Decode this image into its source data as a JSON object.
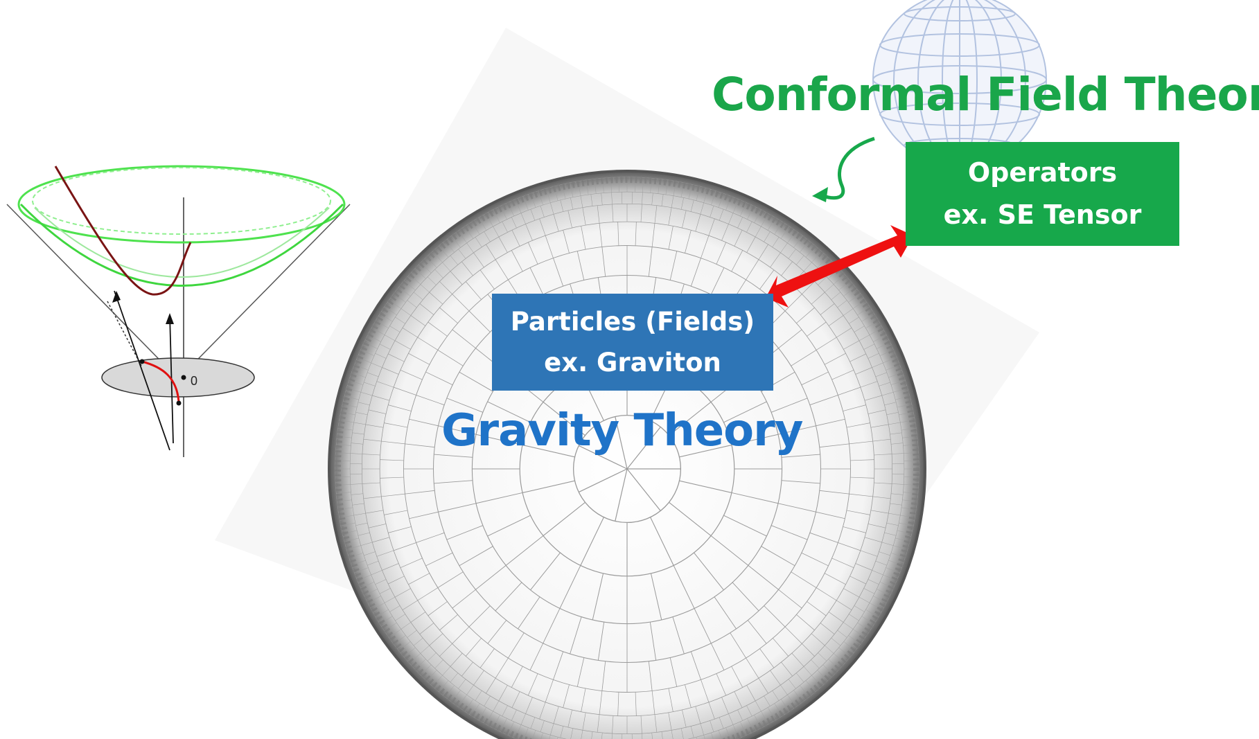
{
  "titles": {
    "cft": "Conformal Field Theory",
    "gravity": "Gravity Theory"
  },
  "boxes": {
    "operators": {
      "line1": "Operators",
      "line2": "ex. SE Tensor"
    },
    "particles": {
      "line1": "Particles (Fields)",
      "line2": "ex. Graviton"
    }
  },
  "cone_diagram": {
    "origin_label": "0"
  },
  "icons": [
    "hyperbolic-disk-icon",
    "globe-icon",
    "light-cone-icon",
    "curved-arrow-icon",
    "double-arrow-icon"
  ],
  "colors": {
    "cft_green": "#1aa64a",
    "gravity_blue": "#1f73c8",
    "particles_box": "#2e75b6",
    "operators_box": "#17a84b",
    "arrow_red": "#ee1111"
  }
}
